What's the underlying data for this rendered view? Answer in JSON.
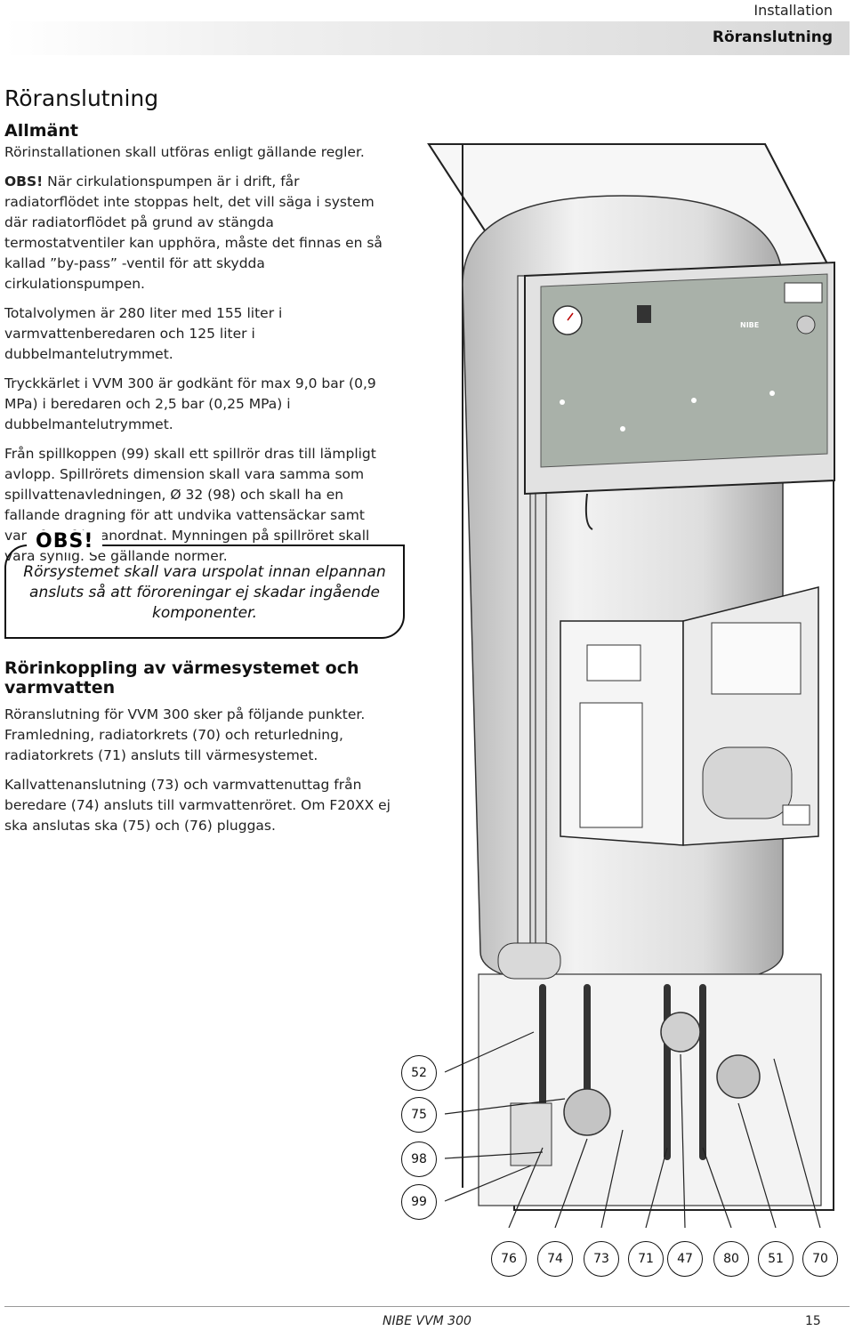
{
  "header": {
    "section": "Installation",
    "subsection": "Röranslutning"
  },
  "page_title": "Röranslutning",
  "general": {
    "heading": "Allmänt",
    "p1": "Rörinstallationen skall utföras enligt gällande regler.",
    "p2_lead": "OBS!",
    "p2": " När cirkulationspumpen är i drift, får radiatorflödet inte stoppas helt, det vill säga i system där radiatorflödet på grund av stängda termostatventiler kan upphöra, måste det finnas en så kallad ”by-pass” -ventil för att skydda cirkulationspumpen.",
    "p3": "Totalvolymen är 280 liter med 155 liter i varmvattenberedaren och 125 liter i dubbelmantelutrymmet.",
    "p4": "Tryckkärlet i VVM 300 är godkänt för max 9,0 bar (0,9 MPa) i beredaren och 2,5 bar (0,25 MPa) i dubbelmantelutrymmet.",
    "p5": "Från spillkoppen (99) skall ett spillrör dras till lämpligt avlopp. Spillrörets dimension skall vara samma som spillvattenavledningen, Ø 32 (98) och skall ha en fallande dragning för att undvika vattensäckar samt vara frostfritt anordnat. Mynningen på spillröret skall vara synlig. Se gällande normer."
  },
  "notice": {
    "label": "OBS!",
    "text": "Rörsystemet skall vara urspolat innan elpannan ansluts så att föroreningar ej skadar ingående komponenter."
  },
  "connection": {
    "heading": "Rörinkoppling av värmesystemet och varmvatten",
    "p1": "Röranslutning för VVM 300 sker på följande punkter. Framledning, radiatorkrets (70) och returledning, radiatorkrets (71) ansluts till värmesystemet.",
    "p2": "Kallvattenanslutning (73) och varmvattenuttag från beredare (74) ansluts till varmvattenröret. Om F20XX ej ska anslutas ska (75) och (76) pluggas."
  },
  "figure": {
    "brand": "NIBE",
    "side_callouts": [
      "52",
      "75",
      "98",
      "99"
    ],
    "bottom_callouts": [
      "76",
      "74",
      "73",
      "71",
      "47",
      "80",
      "51",
      "70"
    ]
  },
  "footer": {
    "model": "NIBE VVM 300",
    "page": "15"
  }
}
